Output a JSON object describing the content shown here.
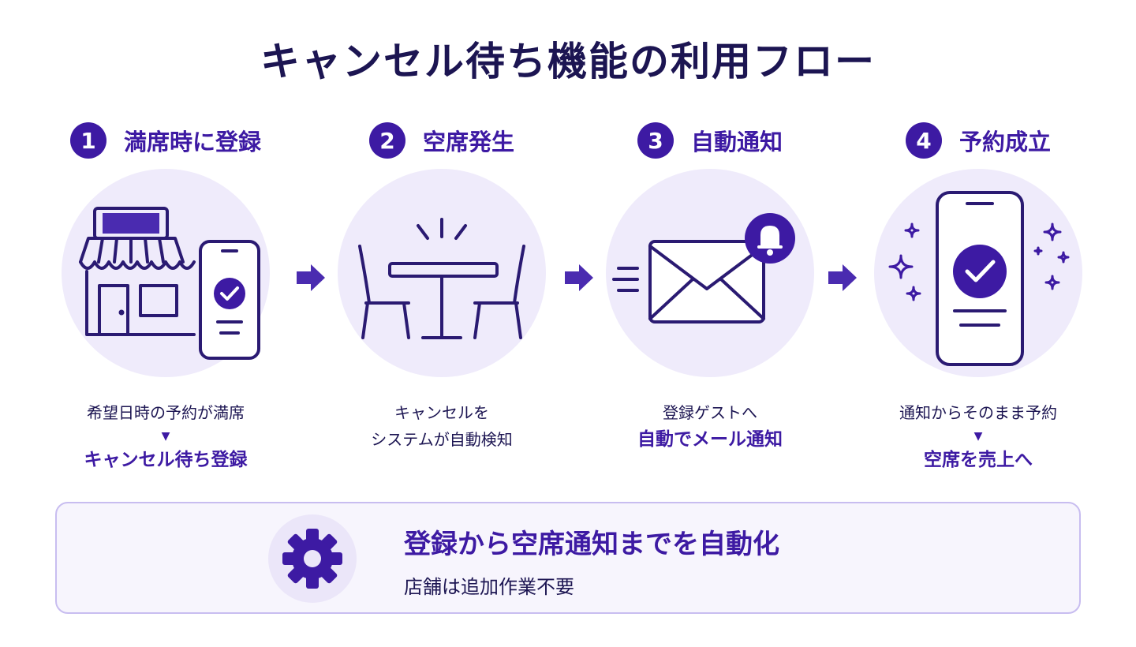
{
  "title": "キャンセル待ち機能の利用フロー",
  "colors": {
    "accent": "#3d1aa3",
    "navy": "#1c1552",
    "circle": "#efebfb",
    "border": "#c8bdf0"
  },
  "steps": [
    {
      "number": "1",
      "title": "満席時に登録",
      "icon": "shop-and-phone-icon",
      "line1": "希望日時の予約が満席",
      "marker": "▼",
      "line2": "キャンセル待ち登録"
    },
    {
      "number": "2",
      "title": "空席発生",
      "icon": "empty-table-icon",
      "line1": "キャンセルを",
      "line2": "システムが自動検知"
    },
    {
      "number": "3",
      "title": "自動通知",
      "icon": "mail-with-bell-icon",
      "line1": "登録ゲストへ",
      "line2": "自動でメール通知"
    },
    {
      "number": "4",
      "title": "予約成立",
      "icon": "phone-check-icon",
      "line1": "通知からそのまま予約",
      "marker": "▼",
      "line2": "空席を売上へ"
    }
  ],
  "banner": {
    "icon": "gear-icon",
    "title": "登録から空席通知までを自動化",
    "subtitle": "店舗は追加作業不要"
  }
}
